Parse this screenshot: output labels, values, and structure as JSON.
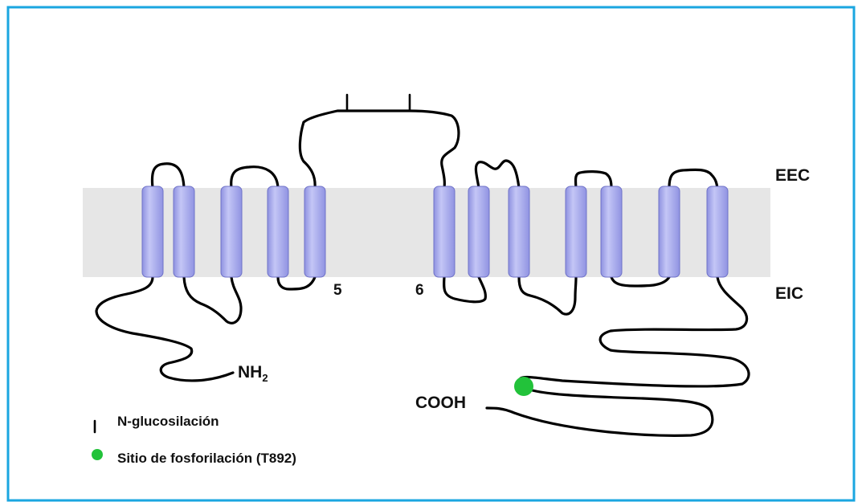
{
  "labels": {
    "extracellular": "EEC",
    "intracellular": "EIC",
    "segment_5": "5",
    "segment_6": "6",
    "n_terminus": "NH",
    "n_terminus_sub": "2",
    "c_terminus": "COOH"
  },
  "legend": {
    "glycosylation": "N-glucosilación",
    "phosphorylation": "Sitio de fosforilación (T892)"
  },
  "colors": {
    "frame": "#1aa6e0",
    "membrane": "#e6e6e6",
    "helix": "#a9abee",
    "chain": "#000000",
    "phospho_site": "#22c23a"
  },
  "icons": {
    "glycosylation": "glycan-tree-icon",
    "phosphorylation": "green-dot-icon"
  }
}
